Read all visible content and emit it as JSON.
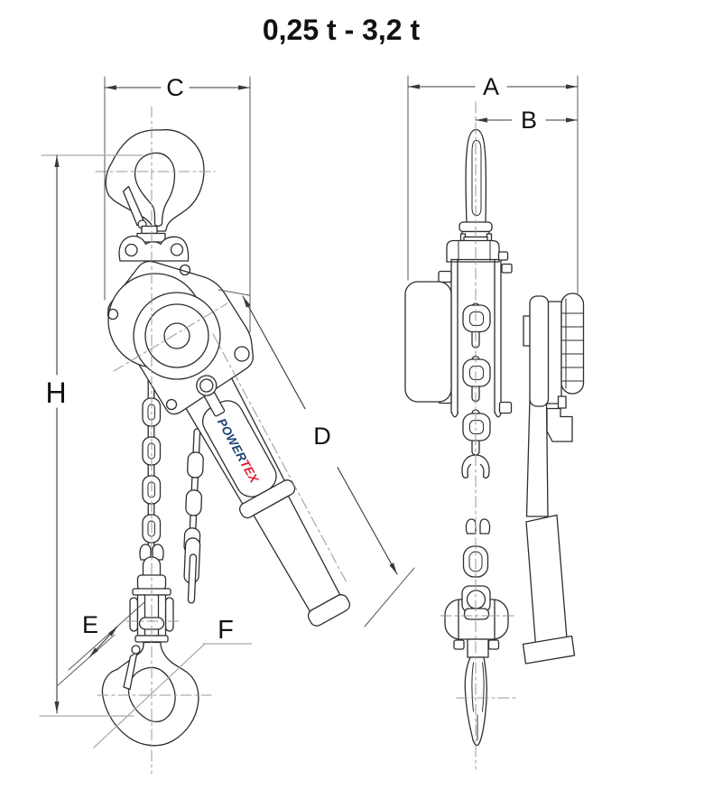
{
  "title": "0,25 t - 3,2 t",
  "dimension_labels": {
    "a": "A",
    "b": "B",
    "c": "C",
    "d": "D",
    "e": "E",
    "f": "F",
    "h": "H"
  },
  "brand": {
    "part1": "POWER",
    "part2": "TEX",
    "part1_color": "#1c3f72",
    "part2_color": "#df1b2e"
  },
  "colors": {
    "background": "#ffffff",
    "drawing_line": "#2d2d2d",
    "dimension_line": "#3a3a3a",
    "centerline": "#999999",
    "leader_gray": "#aaaaaa",
    "text": "#111111"
  }
}
